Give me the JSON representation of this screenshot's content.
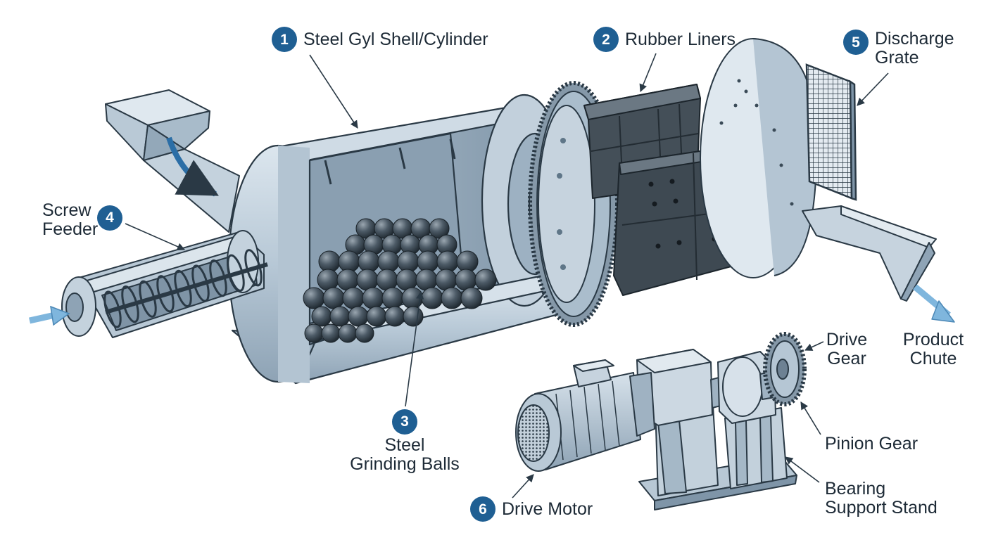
{
  "labels": {
    "shell": {
      "number": "1",
      "text": "Steel Gyl Shell/Cylinder"
    },
    "liners": {
      "number": "2",
      "text": "Rubber Liners"
    },
    "balls": {
      "number": "3",
      "line1": "Steel",
      "line2": "Grinding Balls"
    },
    "feeder": {
      "number": "4",
      "line1": "Screw",
      "line2": "Feeder"
    },
    "grate": {
      "number": "5",
      "line1": "Discharge",
      "line2": "Grate"
    },
    "motor": {
      "number": "6",
      "text": "Drive Motor"
    },
    "drive_gear": {
      "line1": "Drive",
      "line2": "Gear"
    },
    "product_chute": {
      "line1": "Product",
      "line2": "Chute"
    },
    "pinion_gear": {
      "text": "Pinion Gear"
    },
    "bearing_stand": {
      "line1": "Bearing",
      "line2": "Support Stand"
    }
  },
  "colors": {
    "badge": "#1f5f93",
    "metal_light": "#c9d6e0",
    "metal_mid": "#9fb2c2",
    "metal_dark": "#5f7688",
    "liner_dark": "#3e4952",
    "outline": "#2a3945",
    "arrow_blue": "#7fb6dd"
  }
}
